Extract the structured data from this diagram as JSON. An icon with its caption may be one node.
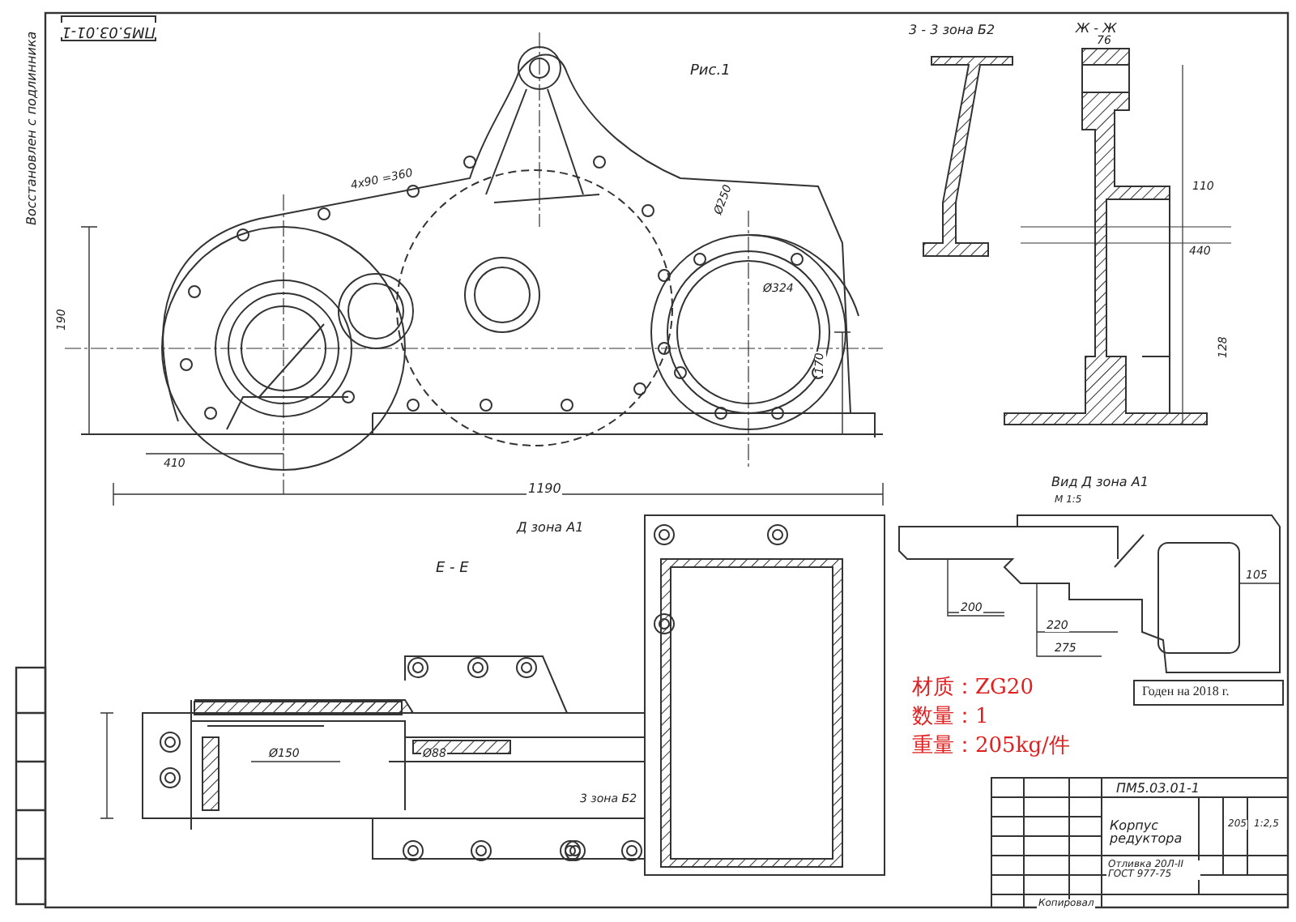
{
  "diagram": {
    "labels": [
      "ПМ5.03.01-1",
      "Восстановлен с подлинника",
      "Рис.1",
      "4х90 =360",
      "Ø324",
      "Ø250",
      "170",
      "190",
      "410",
      "1190",
      "Д зона А1",
      "3 - 3 зона Б2",
      "Ж - Ж",
      "76",
      "110",
      "440",
      "128",
      "Е - Е",
      "Ø150",
      "Ø88",
      "3 зона Б2",
      "Вид Д зона А1",
      "М 1:5",
      "200",
      "220",
      "275",
      "105",
      "材质：ZG20",
      "数量：1",
      "重量：205kg/件",
      "Годен на 2018 г.",
      "ПМ5.03.01-1",
      "Корпус редуктора",
      "Отливка 20Л-II ГОСТ 977-75",
      "205",
      "1:2,5",
      "Копировал"
    ]
  }
}
